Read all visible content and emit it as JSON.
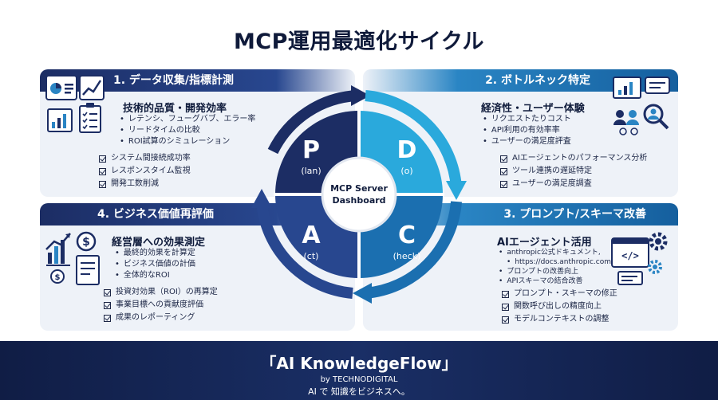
{
  "title": "MCP運用最適化サイクル",
  "phases": {
    "p1": {
      "header": "1. データ収集/指標計測",
      "subtitle": "技術的品質・開発効率",
      "bullets": [
        "レテンシ、フューグバブ、エラー率",
        "リードタイムの比較",
        "ROI試算のシミュレーション"
      ],
      "checks": [
        "システム間接続成功率",
        "レスポンスタイム監視",
        "開発工数削減"
      ]
    },
    "p2": {
      "header": "2. ボトルネック特定",
      "subtitle": "経済性・ユーザー体験",
      "bullets": [
        "リクエストたりコスト",
        "API利用の有効率率",
        "ユーザーの満足度評査"
      ],
      "checks": [
        "AIエージェントのパフォーマンス分析",
        "ツール連携の遅延特定",
        "ユーザーの満足度調査"
      ]
    },
    "p3": {
      "header": "3. プロンプト/スキーマ改善",
      "subtitle": "AIエージェント活用",
      "bullets": [
        "anthropic公式ドキュメント,",
        "https://docs.anthropic.com",
        "プロンプトの改善向上",
        "APIスキーマの結合改善"
      ],
      "checks": [
        "プロンプト・スキーマの修正",
        "関数呼び出しの精度向上",
        "モデルコンテキストの調整"
      ]
    },
    "p4": {
      "header": "4. ビジネス価値再評価",
      "subtitle": "経営層への効果測定",
      "bullets": [
        "最終的効果を計算定",
        "ビジネス価値の計価",
        "全体的なROI"
      ],
      "checks": [
        "投資対効果（ROI）の再算定",
        "事業目標への貢献度評価",
        "成果のレポーティング"
      ]
    }
  },
  "cycle": {
    "center": [
      "MCP Server",
      "Dashboard"
    ],
    "quadrants": [
      {
        "letter": "P",
        "word": "(lan)"
      },
      {
        "letter": "D",
        "word": "(o)"
      },
      {
        "letter": "C",
        "word": "(heck)"
      },
      {
        "letter": "A",
        "word": "(ct)"
      }
    ]
  },
  "colors": {
    "navy": "#1c2d64",
    "blue": "#28478f",
    "cyan": "#2aa9dc",
    "mid_blue": "#1b6fb0",
    "banner": "#101d45"
  },
  "icons": [
    "dashboard-charts-icon",
    "analytics-people-icon",
    "code-gears-icon",
    "finance-growth-icon"
  ],
  "footer": {
    "brand": "「AI KnowledgeFlow」",
    "by": "by TECHNODIGITAL",
    "tagline": "AI で 知識をビジネスへ。"
  }
}
